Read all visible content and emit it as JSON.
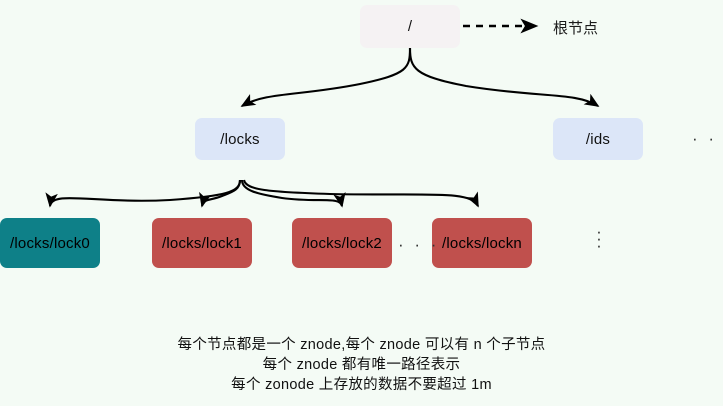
{
  "diagram": {
    "background_color": "#f4fbf5",
    "title_present": false,
    "root": {
      "label": "/",
      "color": "#f5f2f3"
    },
    "level1": [
      {
        "label": "/locks",
        "color": "#dce6f8"
      },
      {
        "label": "/ids",
        "color": "#dce6f8"
      }
    ],
    "level2": [
      {
        "label": "/locks/lock0",
        "color": "#0e8088"
      },
      {
        "label": "/locks/lock1",
        "color": "#c0504d"
      },
      {
        "label": "/locks/lock2",
        "color": "#c0504d"
      },
      {
        "label": "/locks/lockn",
        "color": "#c0504d"
      }
    ],
    "legend": {
      "label": "根节点",
      "connector": "dashed-arrow"
    },
    "ellipsis": {
      "after_ids": "· · ·",
      "between_lock2_lockn": "· · ·",
      "vertical_dot": "·"
    },
    "caption": {
      "line1": "每个节点都是一个 znode,每个 znode 可以有 n 个子节点",
      "line2": "每个 znode 都有唯一路径表示",
      "line3": "每个 zonode 上存放的数据不要超过 1m"
    }
  }
}
